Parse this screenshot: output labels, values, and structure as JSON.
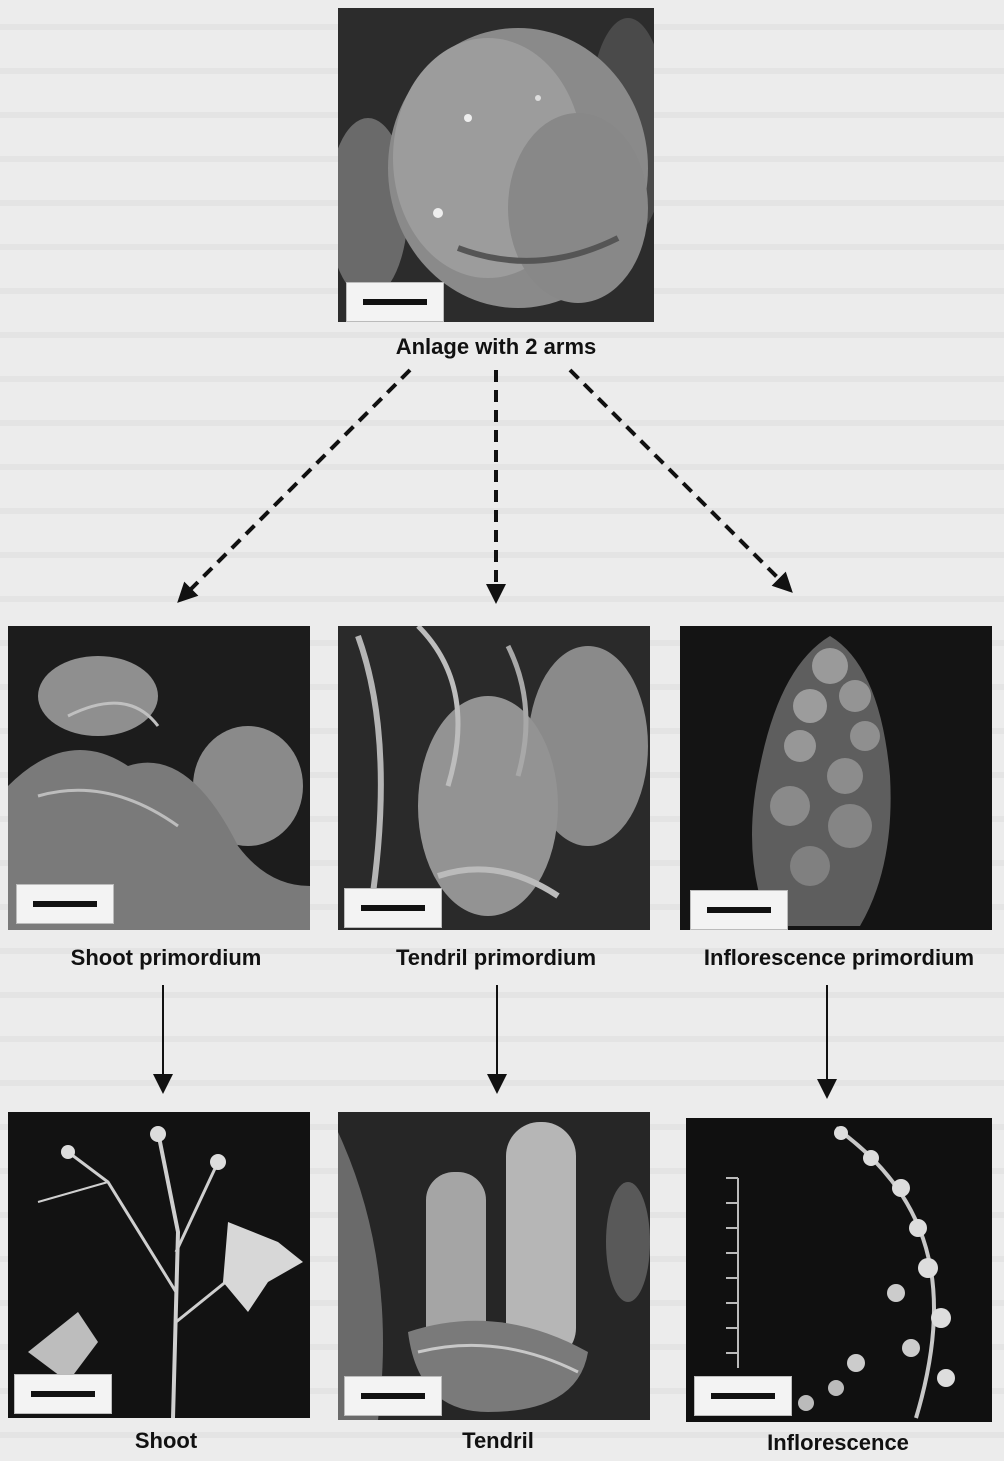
{
  "labels": {
    "anlage": "Anlage with 2 arms",
    "shoot_primordium": "Shoot primordium",
    "tendril_primordium": "Tendril primordium",
    "inflorescence_primordium": "Inflorescence primordium",
    "shoot": "Shoot",
    "tendril": "Tendril",
    "inflorescence": "Inflorescence"
  }
}
